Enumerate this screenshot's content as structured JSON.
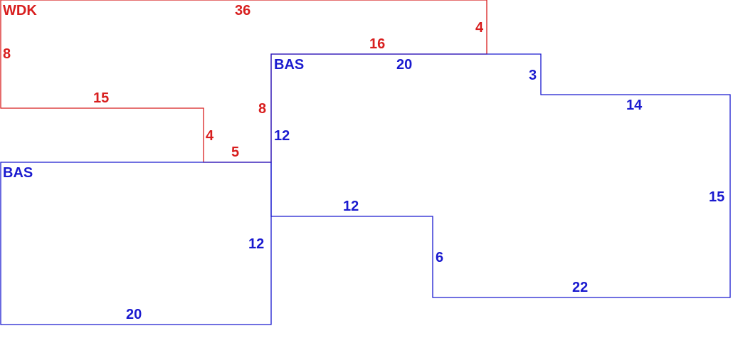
{
  "colors": {
    "deck": "#d81e1e",
    "base": "#1a1acf",
    "background": "#ffffff"
  },
  "areas": {
    "wdk": {
      "code": "WDK",
      "dims": {
        "top": "36",
        "right_step": "4",
        "right_top": "16",
        "left": "8",
        "inner_top": "15",
        "inner_step": "4",
        "bottom": "5",
        "right_side": "8"
      }
    },
    "bas_left": {
      "code": "BAS",
      "dims": {
        "right": "12",
        "bottom": "20"
      }
    },
    "bas_right": {
      "code": "BAS",
      "dims": {
        "top": "20",
        "step": "3",
        "right_top": "14",
        "right": "15",
        "bottom": "22",
        "inner_step": "6",
        "inner_top": "12",
        "left": "12"
      }
    }
  }
}
